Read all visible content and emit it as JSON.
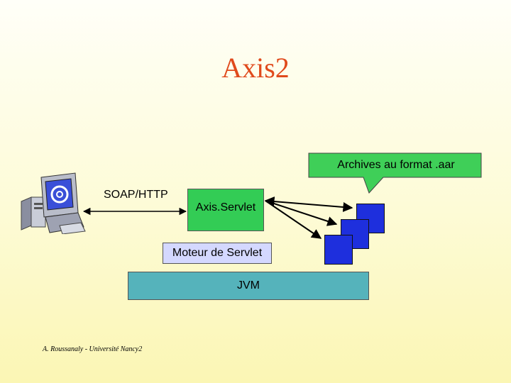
{
  "title": "Axis2",
  "callout": {
    "text": "Archives au format .aar"
  },
  "client": {
    "protocol_label": "SOAP/HTTP"
  },
  "boxes": {
    "axis_servlet": "Axis.Servlet",
    "servlet_engine": "Moteur de Servlet",
    "jvm": "JVM"
  },
  "footer": "A. Roussanaly - Université Nancy2",
  "colors": {
    "title": "#e04a1c",
    "callout_fill": "#3fcf58",
    "axis_servlet": "#33cc55",
    "servlet_engine": "#d4d8ff",
    "jvm": "#55b3bb",
    "archive": "#1e2fdd"
  },
  "icons": [
    "computer-with-at-screen-icon"
  ]
}
